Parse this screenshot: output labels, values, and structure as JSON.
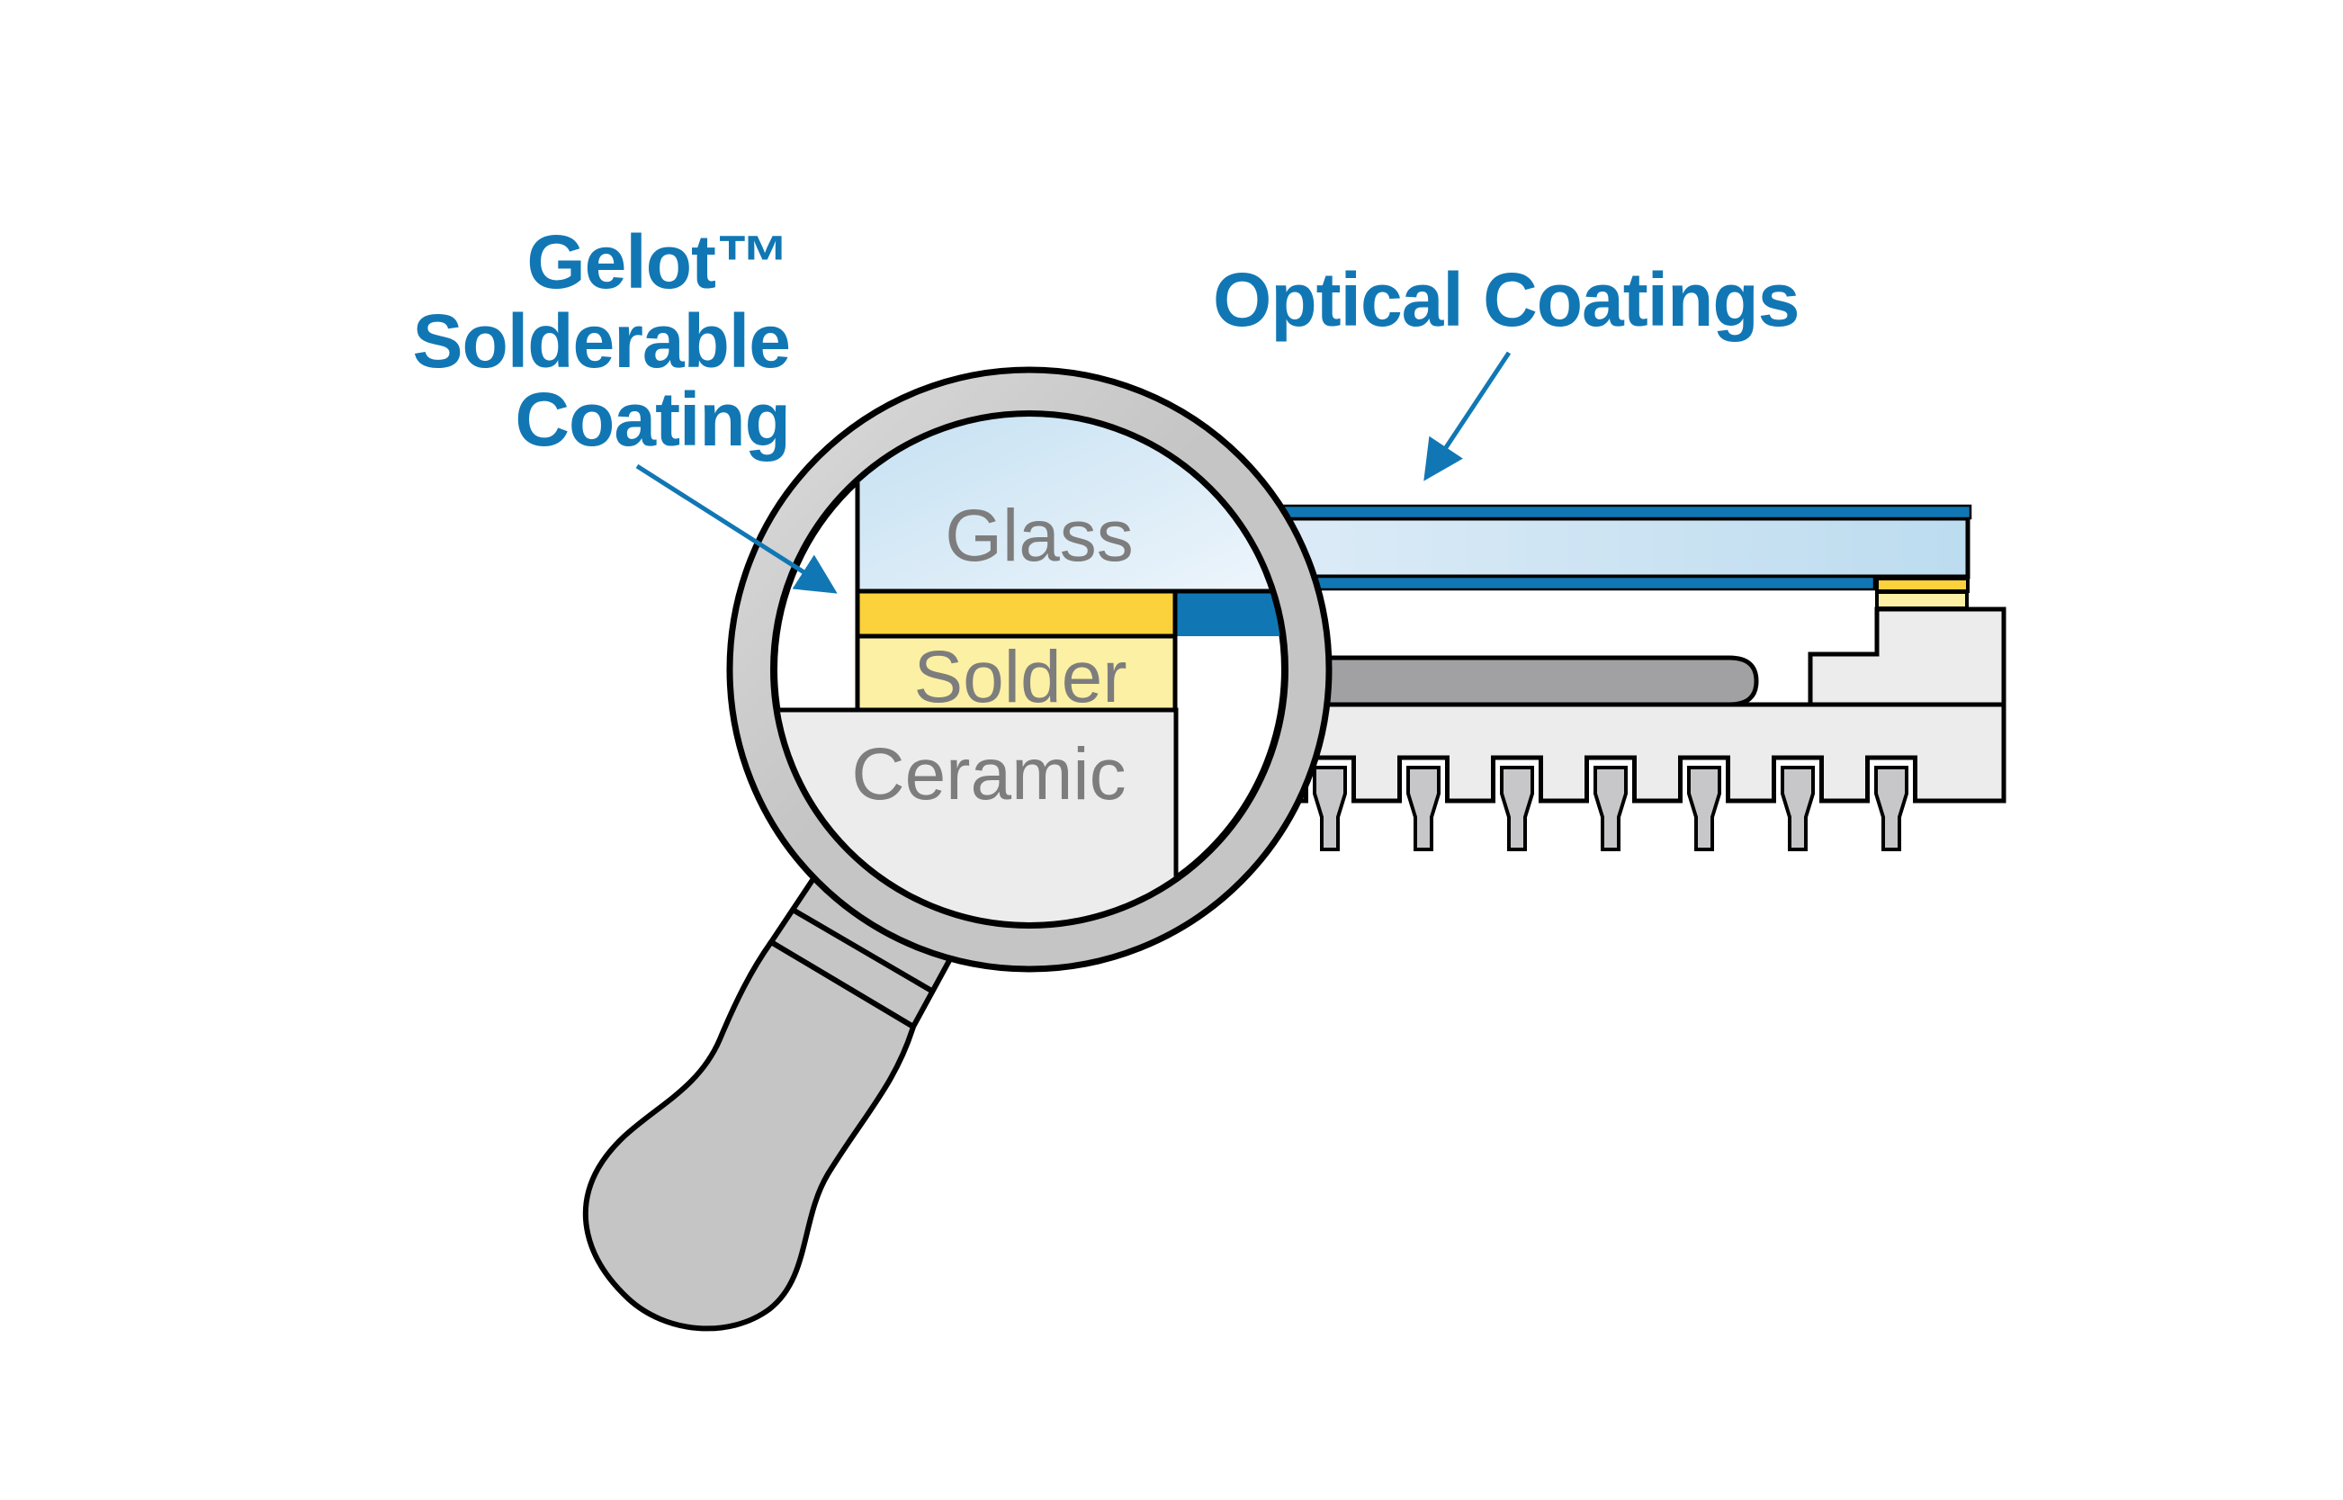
{
  "title": "Gelot Solderable Coating and Optical Coatings diagram",
  "colors": {
    "accent_blue": "#1177B4",
    "gold": "#FBD13C",
    "solder_yellow": "#FBF0A4",
    "glass_light": "#EFF6FC",
    "glass_mid": "#C2DFF1",
    "pkg_glass_left": "#DDEBF7",
    "pkg_glass_right": "#BCDCEF",
    "ceramic_gray": "#ECECEC",
    "die_gray": "#A1A1A3",
    "metal_gray": "#C5C5C5",
    "metal_light": "#DCDCDC",
    "pin_gray": "#C7C7C9",
    "label_gray": "#7D7D7D",
    "outline": "#000000",
    "background": "#FFFFFF"
  },
  "annotations": {
    "gelot_line1": "Gelot™",
    "gelot_line2": "Solderable",
    "gelot_line3": "Coating",
    "optical": "Optical Coatings"
  },
  "magnified_view": {
    "glass_label": "Glass",
    "solder_label": "Solder",
    "ceramic_label": "Ceramic"
  },
  "package": {
    "pin_count": 7
  }
}
